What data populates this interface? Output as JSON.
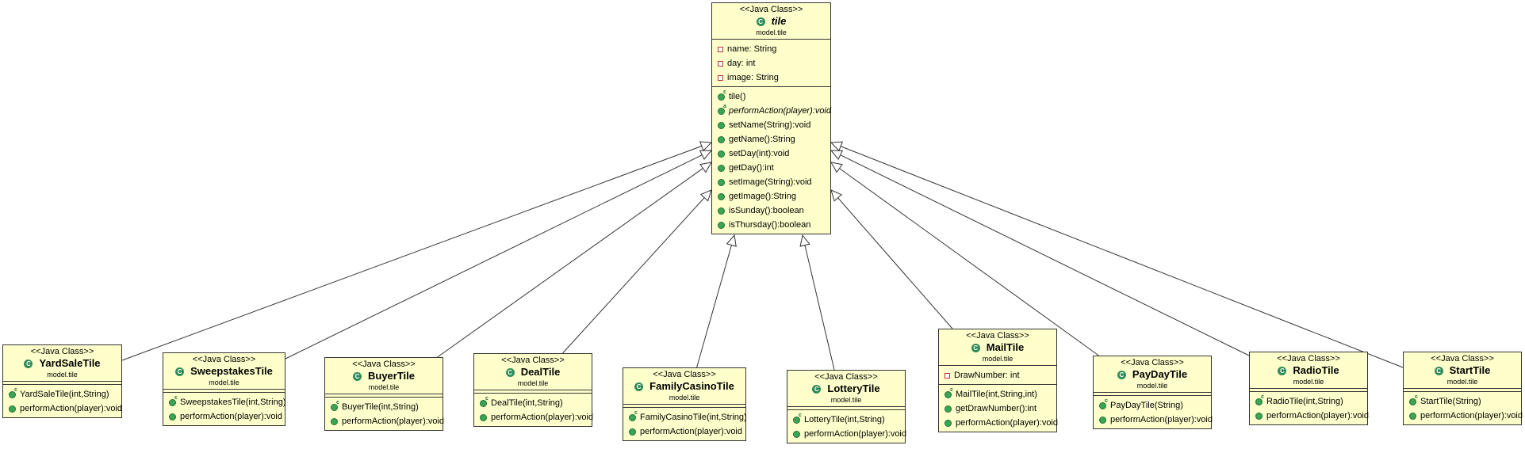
{
  "diagram": {
    "parent": {
      "stereotype": "<<Java Class>>",
      "name": "tile",
      "package": "model.tile",
      "icon": "class-icon",
      "fields": [
        {
          "text": "name: String",
          "icon": "private-field-icon"
        },
        {
          "text": "day: int",
          "icon": "private-field-icon"
        },
        {
          "text": "image: String",
          "icon": "private-field-icon"
        }
      ],
      "methods": [
        {
          "text": "tile()",
          "icon": "constructor-icon"
        },
        {
          "text": "performAction(player):void",
          "icon": "abstract-method-icon"
        },
        {
          "text": "setName(String):void",
          "icon": "public-method-icon"
        },
        {
          "text": "getName():String",
          "icon": "public-method-icon"
        },
        {
          "text": "setDay(int):void",
          "icon": "public-method-icon"
        },
        {
          "text": "getDay():int",
          "icon": "public-method-icon"
        },
        {
          "text": "setImage(String):void",
          "icon": "public-method-icon"
        },
        {
          "text": "getImage():String",
          "icon": "public-method-icon"
        },
        {
          "text": "isSunday():boolean",
          "icon": "public-method-icon"
        },
        {
          "text": "isThursday():boolean",
          "icon": "public-method-icon"
        }
      ]
    },
    "children": [
      {
        "stereotype": "<<Java Class>>",
        "name": "YardSaleTile",
        "package": "model.tile",
        "icon": "class-icon",
        "fields": [],
        "methods": [
          {
            "text": "YardSaleTile(int,String)",
            "icon": "constructor-icon"
          },
          {
            "text": "performAction(player):void",
            "icon": "public-method-icon"
          }
        ]
      },
      {
        "stereotype": "<<Java Class>>",
        "name": "SweepstakesTile",
        "package": "model.tile",
        "icon": "class-icon",
        "fields": [],
        "methods": [
          {
            "text": "SweepstakesTile(int,String)",
            "icon": "constructor-icon"
          },
          {
            "text": "performAction(player):void",
            "icon": "public-method-icon"
          }
        ]
      },
      {
        "stereotype": "<<Java Class>>",
        "name": "BuyerTile",
        "package": "model.tile",
        "icon": "class-icon",
        "fields": [],
        "methods": [
          {
            "text": "BuyerTile(int,String)",
            "icon": "constructor-icon"
          },
          {
            "text": "performAction(player):void",
            "icon": "public-method-icon"
          }
        ]
      },
      {
        "stereotype": "<<Java Class>>",
        "name": "DealTile",
        "package": "model.tile",
        "icon": "class-icon",
        "fields": [],
        "methods": [
          {
            "text": "DealTile(int,String)",
            "icon": "constructor-icon"
          },
          {
            "text": "performAction(player):void",
            "icon": "public-method-icon"
          }
        ]
      },
      {
        "stereotype": "<<Java Class>>",
        "name": "FamilyCasinoTile",
        "package": "model.tile",
        "icon": "class-icon",
        "fields": [],
        "methods": [
          {
            "text": "FamilyCasinoTile(int,String)",
            "icon": "constructor-icon"
          },
          {
            "text": "performAction(player):void",
            "icon": "public-method-icon"
          }
        ]
      },
      {
        "stereotype": "<<Java Class>>",
        "name": "LotteryTile",
        "package": "model.tile",
        "icon": "class-icon",
        "fields": [],
        "methods": [
          {
            "text": "LotteryTile(int,String)",
            "icon": "constructor-icon"
          },
          {
            "text": "performAction(player):void",
            "icon": "public-method-icon"
          }
        ]
      },
      {
        "stereotype": "<<Java Class>>",
        "name": "MailTile",
        "package": "model.tile",
        "icon": "class-icon",
        "fields": [
          {
            "text": "DrawNumber: int",
            "icon": "private-field-icon"
          }
        ],
        "methods": [
          {
            "text": "MailTile(int,String,int)",
            "icon": "constructor-icon"
          },
          {
            "text": "getDrawNumber():int",
            "icon": "public-method-icon"
          },
          {
            "text": "performAction(player):void",
            "icon": "public-method-icon"
          }
        ]
      },
      {
        "stereotype": "<<Java Class>>",
        "name": "PayDayTile",
        "package": "model.tile",
        "icon": "class-icon",
        "fields": [],
        "methods": [
          {
            "text": "PayDayTile(String)",
            "icon": "constructor-icon"
          },
          {
            "text": "performAction(player):void",
            "icon": "public-method-icon"
          }
        ]
      },
      {
        "stereotype": "<<Java Class>>",
        "name": "RadioTile",
        "package": "model.tile",
        "icon": "class-icon",
        "fields": [],
        "methods": [
          {
            "text": "RadioTile(int,String)",
            "icon": "constructor-icon"
          },
          {
            "text": "performAction(player):void",
            "icon": "public-method-icon"
          }
        ]
      },
      {
        "stereotype": "<<Java Class>>",
        "name": "StartTile",
        "package": "model.tile",
        "icon": "class-icon",
        "fields": [],
        "methods": [
          {
            "text": "StartTile(String)",
            "icon": "constructor-icon"
          },
          {
            "text": "performAction(player):void",
            "icon": "public-method-icon"
          }
        ]
      }
    ],
    "colors": {
      "class_fill": "#ffffcc",
      "border": "#333333",
      "edge": "#333333"
    }
  }
}
